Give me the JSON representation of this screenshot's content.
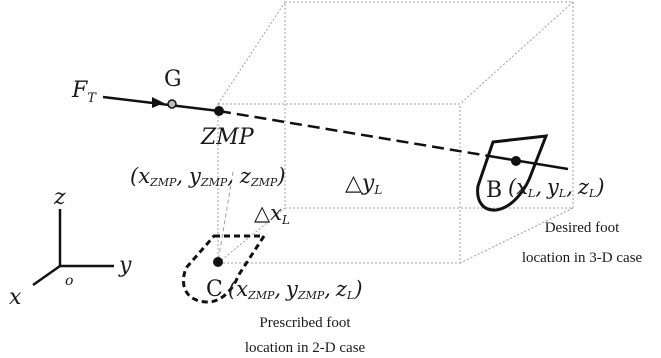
{
  "labels": {
    "force": "F",
    "force_sub": "T",
    "center_of_mass": "G",
    "zmp": "ZMP",
    "zmp_coords": {
      "x": "x",
      "x_sub": "ZMP",
      "y": "y",
      "y_sub": "ZMP",
      "z": "z",
      "z_sub": "ZMP",
      "open": "(",
      "close": ")",
      "comma": ","
    },
    "delta_y": "△y",
    "delta_y_sub": "L",
    "delta_x": "△x",
    "delta_x_sub": "L",
    "point_b": "B",
    "point_b_coords": {
      "open": "(",
      "x": "x",
      "x_sub": "L",
      "y": "y",
      "y_sub": "L",
      "z": "z",
      "z_sub": "L",
      "close": ")",
      "comma": ","
    },
    "point_c": "C",
    "point_c_coords": {
      "open": "(",
      "x": "x",
      "x_sub": "ZMP",
      "y": "y",
      "y_sub": "ZMP",
      "z": "z",
      "z_sub": "L",
      "close": ")",
      "comma": ","
    },
    "desired_caption_line1": "Desired foot",
    "desired_caption_line2": "location in 3-D case",
    "prescribed_caption_line1": "Prescribed foot",
    "prescribed_caption_line2": "location in 2-D case",
    "axis_z": "z",
    "axis_y": "y",
    "axis_x": "x",
    "axis_origin": "o"
  },
  "colors": {
    "ink": "#111111",
    "wireframe": "#a0a0a0",
    "marker_fill": "#bbbbbb"
  }
}
